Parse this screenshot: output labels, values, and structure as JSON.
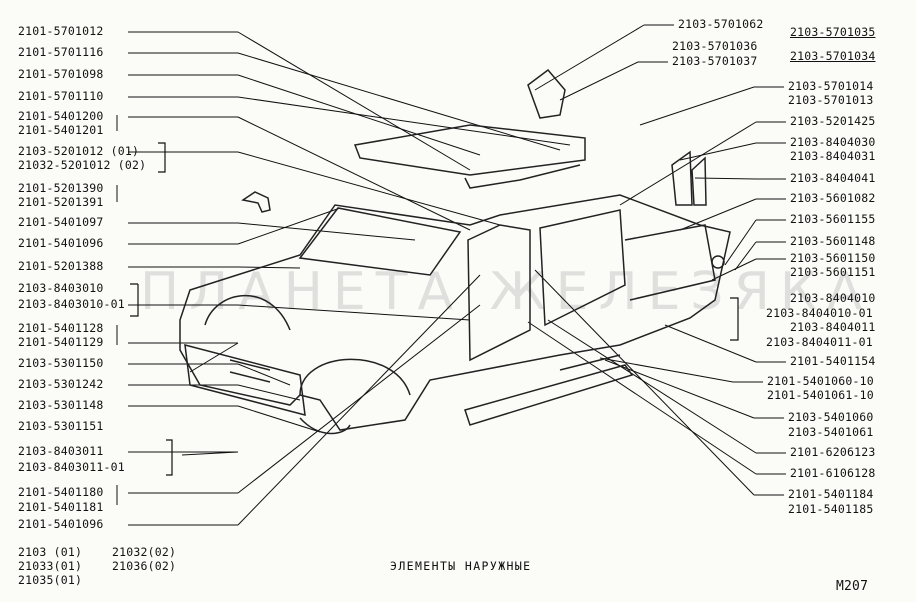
{
  "left_labels": [
    "2101-5701012",
    "2101-5701116",
    "2101-5701098",
    "2101-5701110",
    "2101-5401200",
    "2101-5401201",
    "2103-5201012 (01)",
    "21032-5201012 (02)",
    "2101-5201390",
    "2101-5201391",
    "2101-5401097",
    "2101-5401096",
    "2101-5201388",
    "2103-8403010",
    "2103-8403010-01",
    "2101-5401128",
    "2101-5401129",
    "2103-5301150",
    "2103-5301242",
    "2103-5301148",
    "2103-5301151",
    "2103-8403011",
    "2103-8403011-01",
    "2101-5401180",
    "2101-5401181",
    "2101-5401096"
  ],
  "right_labels": [
    "2103-5701062",
    "2103-5701036",
    "2103-5701037",
    "2103-5701035",
    "2103-5701034",
    "2103-5701014",
    "2103-5701013",
    "2103-5201425",
    "2103-8404030",
    "2103-8404031",
    "2103-8404041",
    "2103-5601082",
    "2103-5601155",
    "2103-5601148",
    "2103-5601150",
    "2103-5601151",
    "2103-8404010",
    "2103-8404010-01",
    "2103-8404011",
    "2103-8404011-01",
    "2101-5401154",
    "2101-5401060-10",
    "2101-5401061-10",
    "2103-5401060",
    "2103-5401061",
    "2101-6206123",
    "2101-6106128",
    "2101-5401184",
    "2101-5401185"
  ],
  "models": [
    "2103 (01)",
    "21032(02)",
    "21033(01)",
    "21036(02)",
    "21035(01)"
  ],
  "caption": "ЭЛЕМЕНТЫ НАРУЖНЫЕ",
  "figure_id": "M207",
  "watermark": "ПЛАНЕТА ЖЕЛЕЗЯКА",
  "colors": {
    "ink": "#111111",
    "paper": "#fbfbf8",
    "watermark": "#969696"
  }
}
